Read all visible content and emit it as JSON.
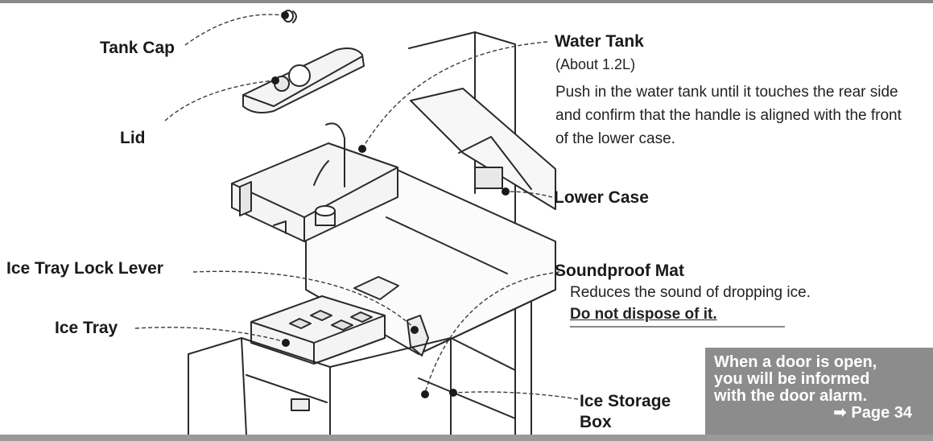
{
  "labels": {
    "tank_cap": "Tank Cap",
    "lid": "Lid",
    "water_tank": "Water Tank",
    "water_tank_capacity": "(About 1.2L)",
    "water_tank_desc": "Push in the water tank until it touches the rear side and confirm that the handle is aligned with the front of the lower case.",
    "lower_case": "Lower Case",
    "ice_tray_lock_lever": "Ice Tray Lock Lever",
    "soundproof_mat": "Soundproof Mat",
    "soundproof_desc": "Reduces the sound of dropping ice.",
    "soundproof_warning": "Do not dispose of it.",
    "ice_tray": "Ice Tray",
    "ice_storage_box_line1": "Ice Storage",
    "ice_storage_box_line2": "Box"
  },
  "alarm_box": {
    "line1": "When a door is open,",
    "line2": "you will be informed",
    "line3": "with the door alarm.",
    "page_ref": "➡ Page 34"
  }
}
